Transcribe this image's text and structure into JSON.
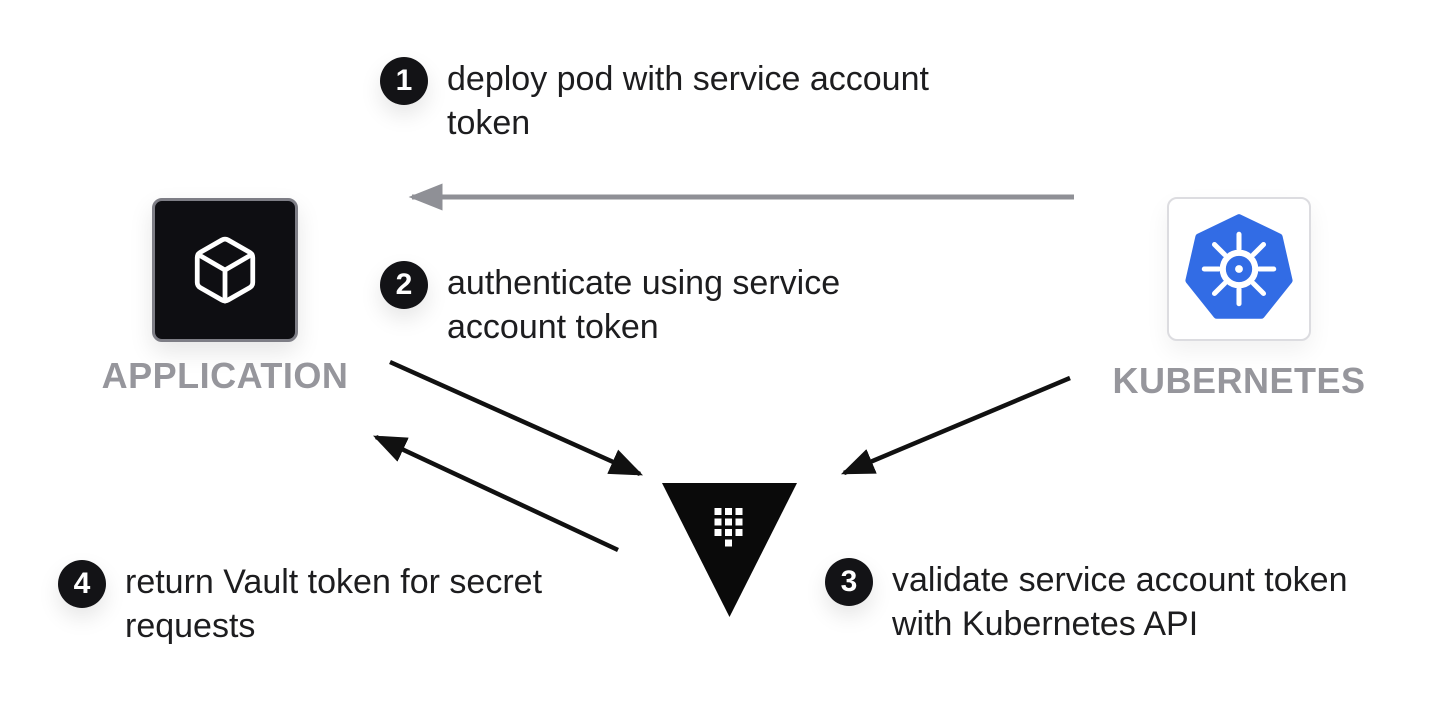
{
  "diagram": {
    "nodes": {
      "application": {
        "label": "APPLICATION",
        "icon": "cube-icon"
      },
      "kubernetes": {
        "label": "KUBERNETES",
        "icon": "kubernetes-helm-icon"
      },
      "vault": {
        "icon": "vault-logo-icon"
      }
    },
    "steps": [
      {
        "number": "1",
        "text": "deploy pod with service account token"
      },
      {
        "number": "2",
        "text": "authenticate using service account token"
      },
      {
        "number": "3",
        "text": "validate service account token with Kubernetes API"
      },
      {
        "number": "4",
        "text": "return Vault token for secret requests"
      }
    ],
    "colors": {
      "kubernetes_blue": "#326CE5",
      "badge_black": "#131316",
      "node_label_gray": "#96969c",
      "arrow_gray": "#8f9096",
      "arrow_black": "#111111",
      "text_dark": "#1d1d1f"
    }
  }
}
